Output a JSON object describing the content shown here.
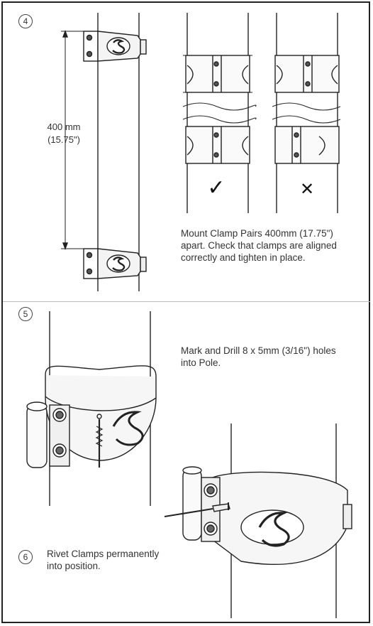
{
  "steps": {
    "step4": {
      "number": "4",
      "dimension": {
        "metric": "400 mm",
        "imperial": "(15.75\")"
      },
      "caption": "Mount Clamp Pairs 400mm (17.75\") apart. Check that clamps are aligned correctly and tighten in place.",
      "correct_mark": "✓",
      "wrong_mark": "✕"
    },
    "step5": {
      "number": "5",
      "caption": "Mark and Drill 8 x 5mm (3/16\") holes into Pole."
    },
    "step6": {
      "number": "6",
      "caption": "Rivet Clamps permanently into position."
    }
  }
}
